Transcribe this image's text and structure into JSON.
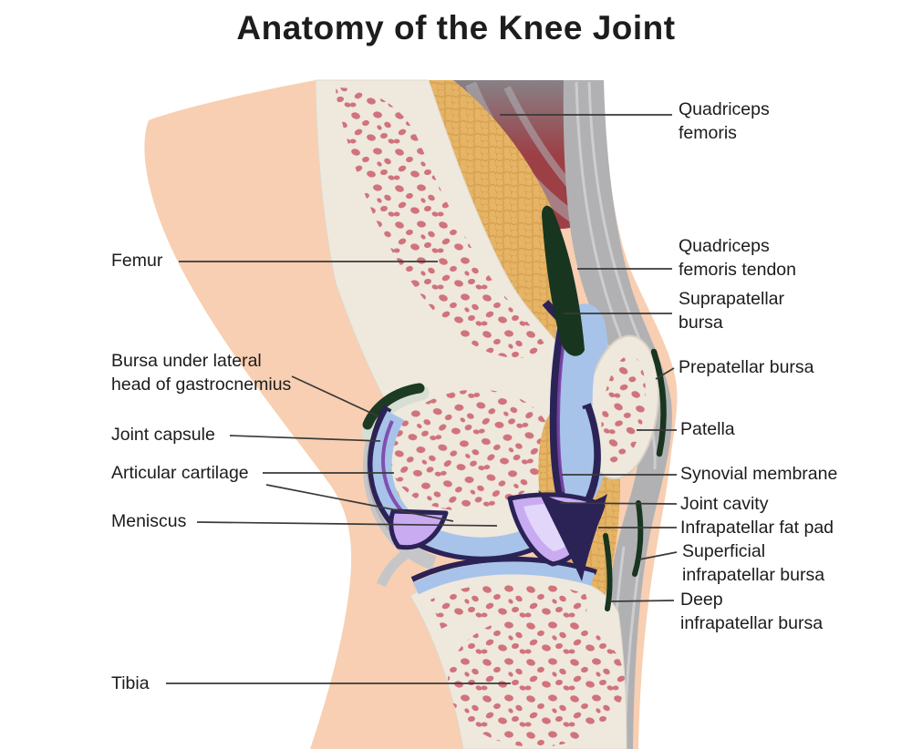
{
  "title": "Anatomy of the Knee Joint",
  "labels": {
    "femur": "Femur",
    "bursa_gastrocnemius": "Bursa under lateral\nhead of gastrocnemius",
    "joint_capsule": "Joint capsule",
    "articular_cartilage": "Articular cartilage",
    "meniscus": "Meniscus",
    "tibia": "Tibia",
    "quadriceps_femoris": "Quadriceps\nfemoris",
    "quadriceps_femoris_tendon": "Quadriceps\nfemoris tendon",
    "suprapatellar_bursa": "Suprapatellar\nbursa",
    "prepatellar_bursa": "Prepatellar bursa",
    "patella": "Patella",
    "synovial_membrane": "Synovial membrane",
    "joint_cavity": "Joint cavity",
    "infrapatellar_fat_pad": "Infrapatellar fat pad",
    "superficial_infrapatellar_bursa": "Superficial\ninfrapatellar bursa",
    "deep_infrapatellar_bursa": "Deep\ninfrapatellar bursa"
  },
  "colors": {
    "skin": "#F8CFB2",
    "bone": "#EFE8DD",
    "bone_speckle": "#D0737C",
    "articular_cartilage_blue": "#A8C3E9",
    "capsule_navy": "#2B2356",
    "synovial_purple": "#7A44A8",
    "meniscus_lavender": "#C9ABF2",
    "meniscus_light": "#E2D7FA",
    "fat_gold": "#E6B466",
    "tendon_gray": "#B1B1B3",
    "muscle_red": "#9C4046",
    "bursa_green": "#17351F",
    "leader_line": "#3A3A3A"
  }
}
